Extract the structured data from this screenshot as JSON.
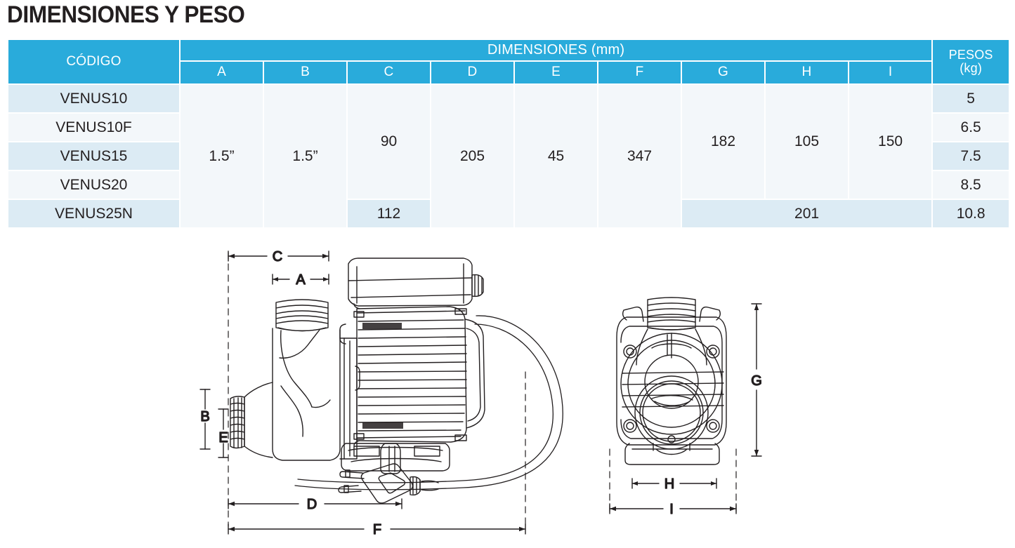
{
  "page": {
    "title": "DIMENSIONES Y PESO"
  },
  "table": {
    "header": {
      "codigo": "CÓDIGO",
      "dimensiones_group": "DIMENSIONES (mm)",
      "pesos_line1": "PESOS",
      "pesos_line2": "(kg)",
      "columns": [
        "A",
        "B",
        "C",
        "D",
        "E",
        "F",
        "G",
        "H",
        "I"
      ]
    },
    "rows": [
      {
        "codigo": "VENUS10",
        "peso": "5"
      },
      {
        "codigo": "VENUS10F",
        "peso": "6.5"
      },
      {
        "codigo": "VENUS15",
        "peso": "7.5"
      },
      {
        "codigo": "VENUS20",
        "peso": "8.5"
      },
      {
        "codigo": "VENUS25N",
        "peso": "10.8"
      }
    ],
    "merged": {
      "A": "1.5”",
      "B": "1.5”",
      "C_first4": "90",
      "C_last": "112",
      "D": "205",
      "E": "45",
      "F": "347",
      "G": "182",
      "H": "105",
      "I": "150",
      "GHI_last": "201"
    }
  },
  "drawing": {
    "side_view_labels": {
      "C": "C",
      "A": "A",
      "B": "B",
      "E": "E",
      "D": "D",
      "F": "F"
    },
    "front_view_labels": {
      "G": "G",
      "H": "H",
      "I": "I"
    }
  },
  "colors": {
    "header_blue": "#29abdb",
    "row_alt": "#dcebf4",
    "row_norm": "#f3f7fa",
    "text_dark": "#231f20",
    "line": "#231f20"
  }
}
